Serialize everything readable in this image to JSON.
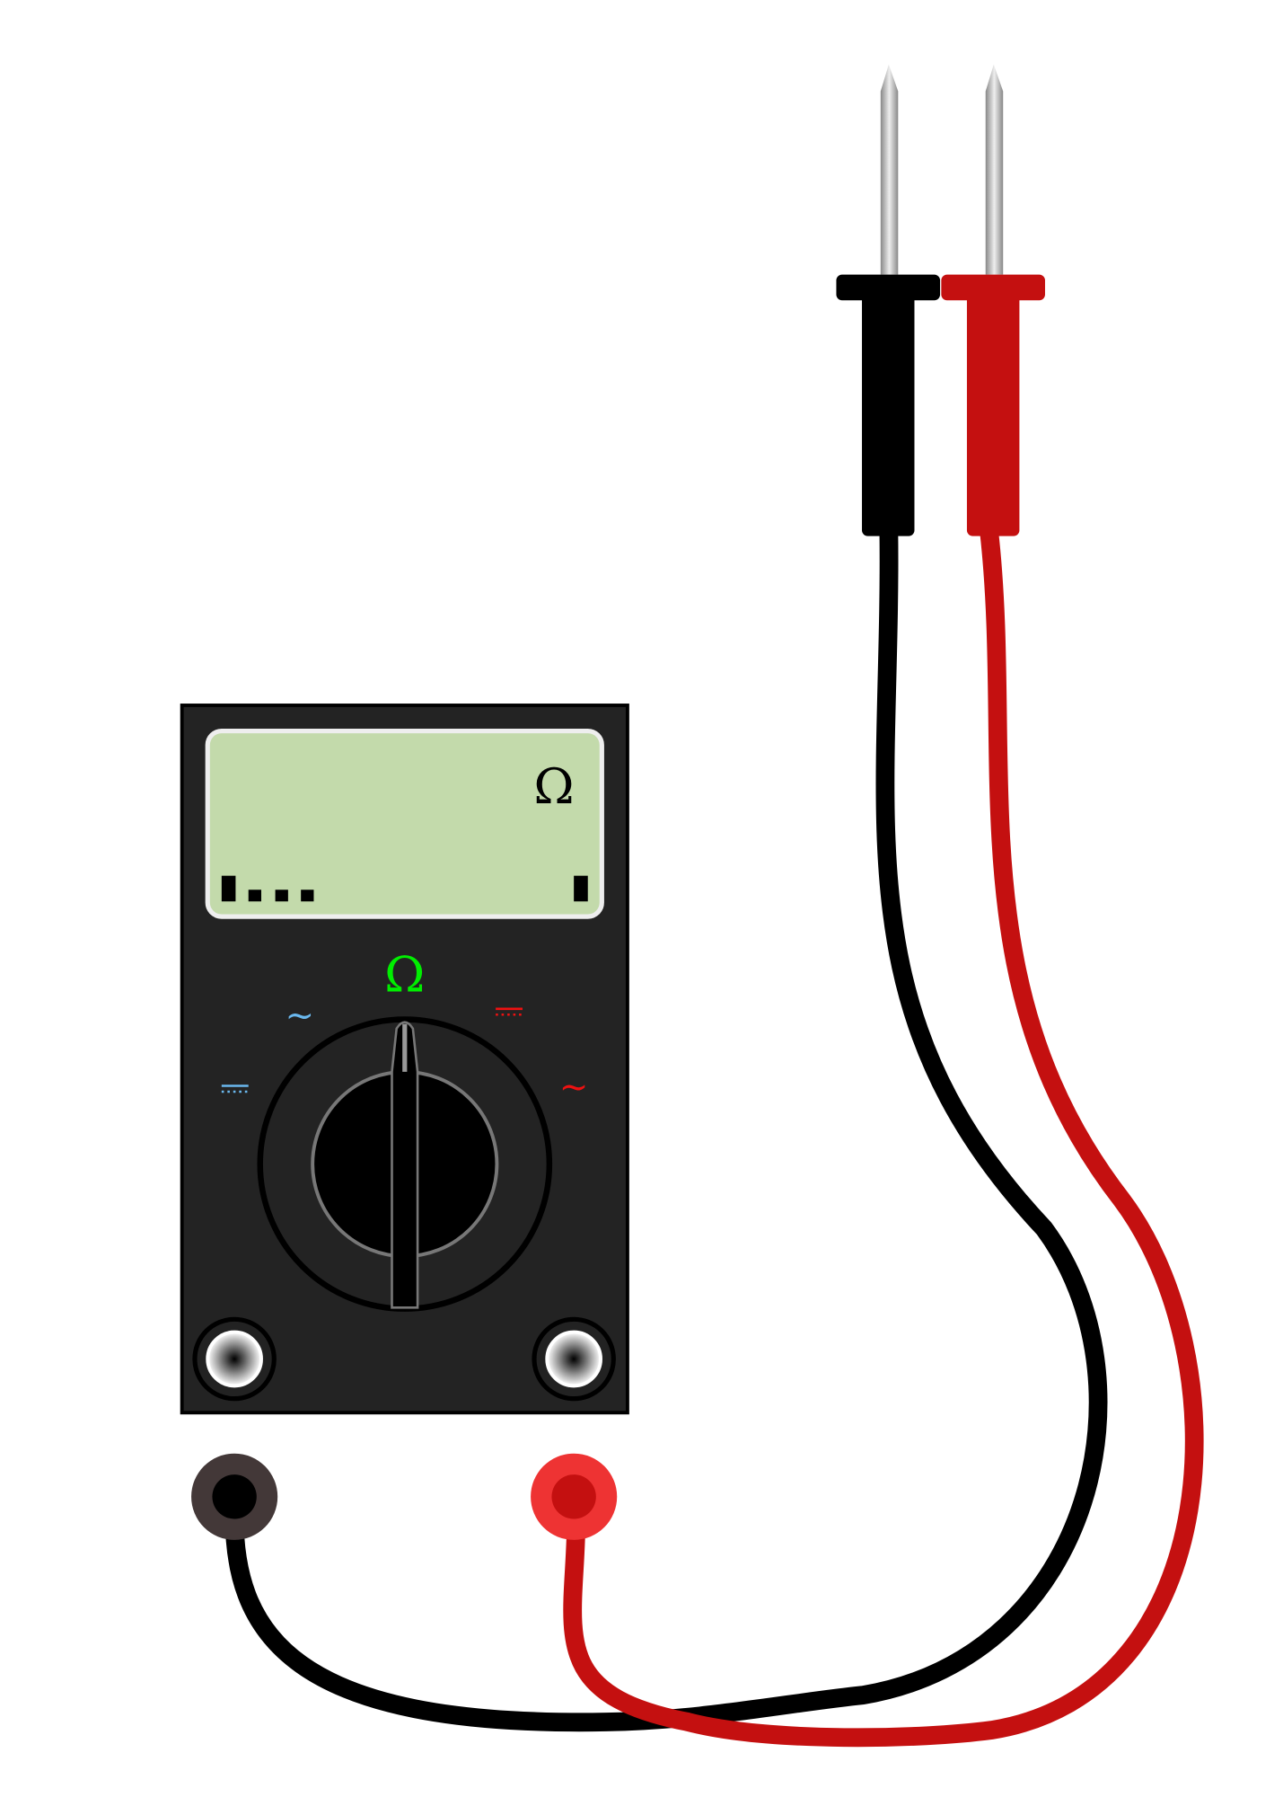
{
  "lcd": {
    "unit_symbol": "Ω",
    "background": "#c3daab"
  },
  "dial": {
    "selected": "resistance",
    "labels": {
      "resistance": "Ω",
      "ac_voltage": "~",
      "ac_current": "~"
    },
    "colors": {
      "resistance": "#00ee00",
      "voltage": "#6ab8ee",
      "current": "#ee1111"
    }
  },
  "colors": {
    "body": "#232323",
    "black_lead": "#000000",
    "red_lead": "#c41010",
    "red_plug": "#ee3333",
    "black_plug": "#433838"
  }
}
